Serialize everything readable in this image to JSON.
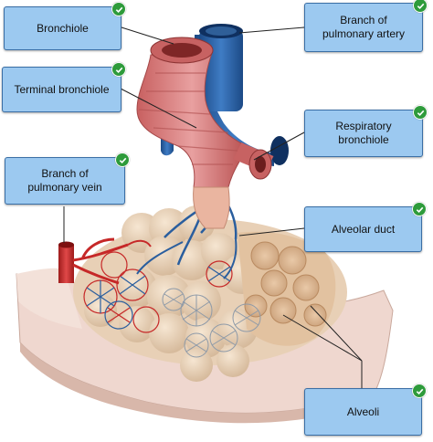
{
  "labels": {
    "bronchiole": "Bronchiole",
    "branch_pulmonary_artery": "Branch of\npulmonary artery",
    "terminal_bronchiole": "Terminal bronchiole",
    "respiratory_bronchiole": "Respiratory\nbronchiole",
    "branch_pulmonary_vein": "Branch of\npulmonary vein",
    "alveolar_duct": "Alveolar duct",
    "alveoli": "Alveoli"
  },
  "colors": {
    "label_fill": "#9cc9f0",
    "label_border": "#3a6ea5",
    "check": "#2e9b3b",
    "artery_blue": "#2a5e9e",
    "vein_red": "#c62828",
    "bronchiole_pink": "#d98080"
  },
  "icons": {
    "check": "check-icon"
  }
}
